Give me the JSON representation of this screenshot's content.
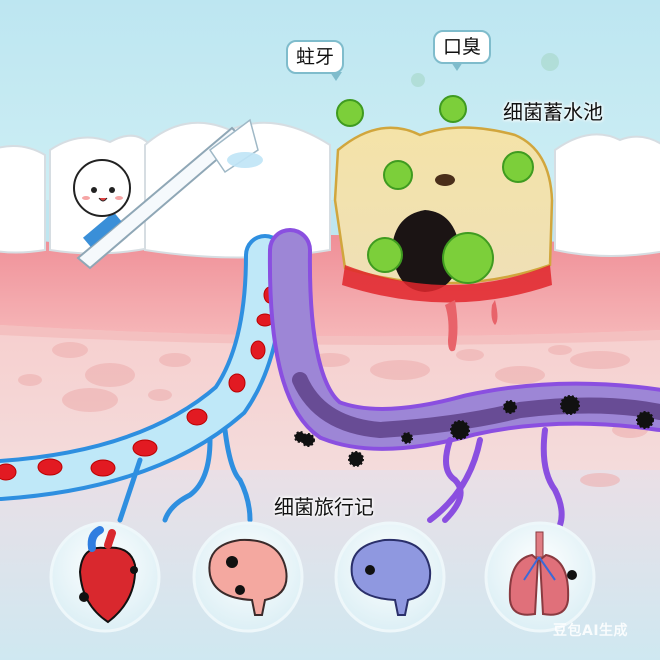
{
  "labels": {
    "tooth_decay": "蛀牙",
    "bad_breath": "口臭",
    "bacteria_reservoir": "细菌蓄水池",
    "bacteria_journey": "细菌旅行记"
  },
  "watermark": "豆包AI生成",
  "organs": [
    {
      "name": "heart",
      "color": "#d9282e"
    },
    {
      "name": "brain-pink",
      "color": "#f4a8a0"
    },
    {
      "name": "brain-blue",
      "color": "#8f98e0"
    },
    {
      "name": "lungs",
      "color": "#e0707a"
    }
  ],
  "colors": {
    "sky": "#bfe6f0",
    "gum": "#f3a9ae",
    "tissue": "#f6cfcf",
    "blood_vessel": "#2e9be6",
    "infected_vessel": "#8a4fe0",
    "bacteria_green": "#7ccf3a",
    "bacteria_black": "#111111",
    "decayed_tooth": "#f1dfa0"
  }
}
